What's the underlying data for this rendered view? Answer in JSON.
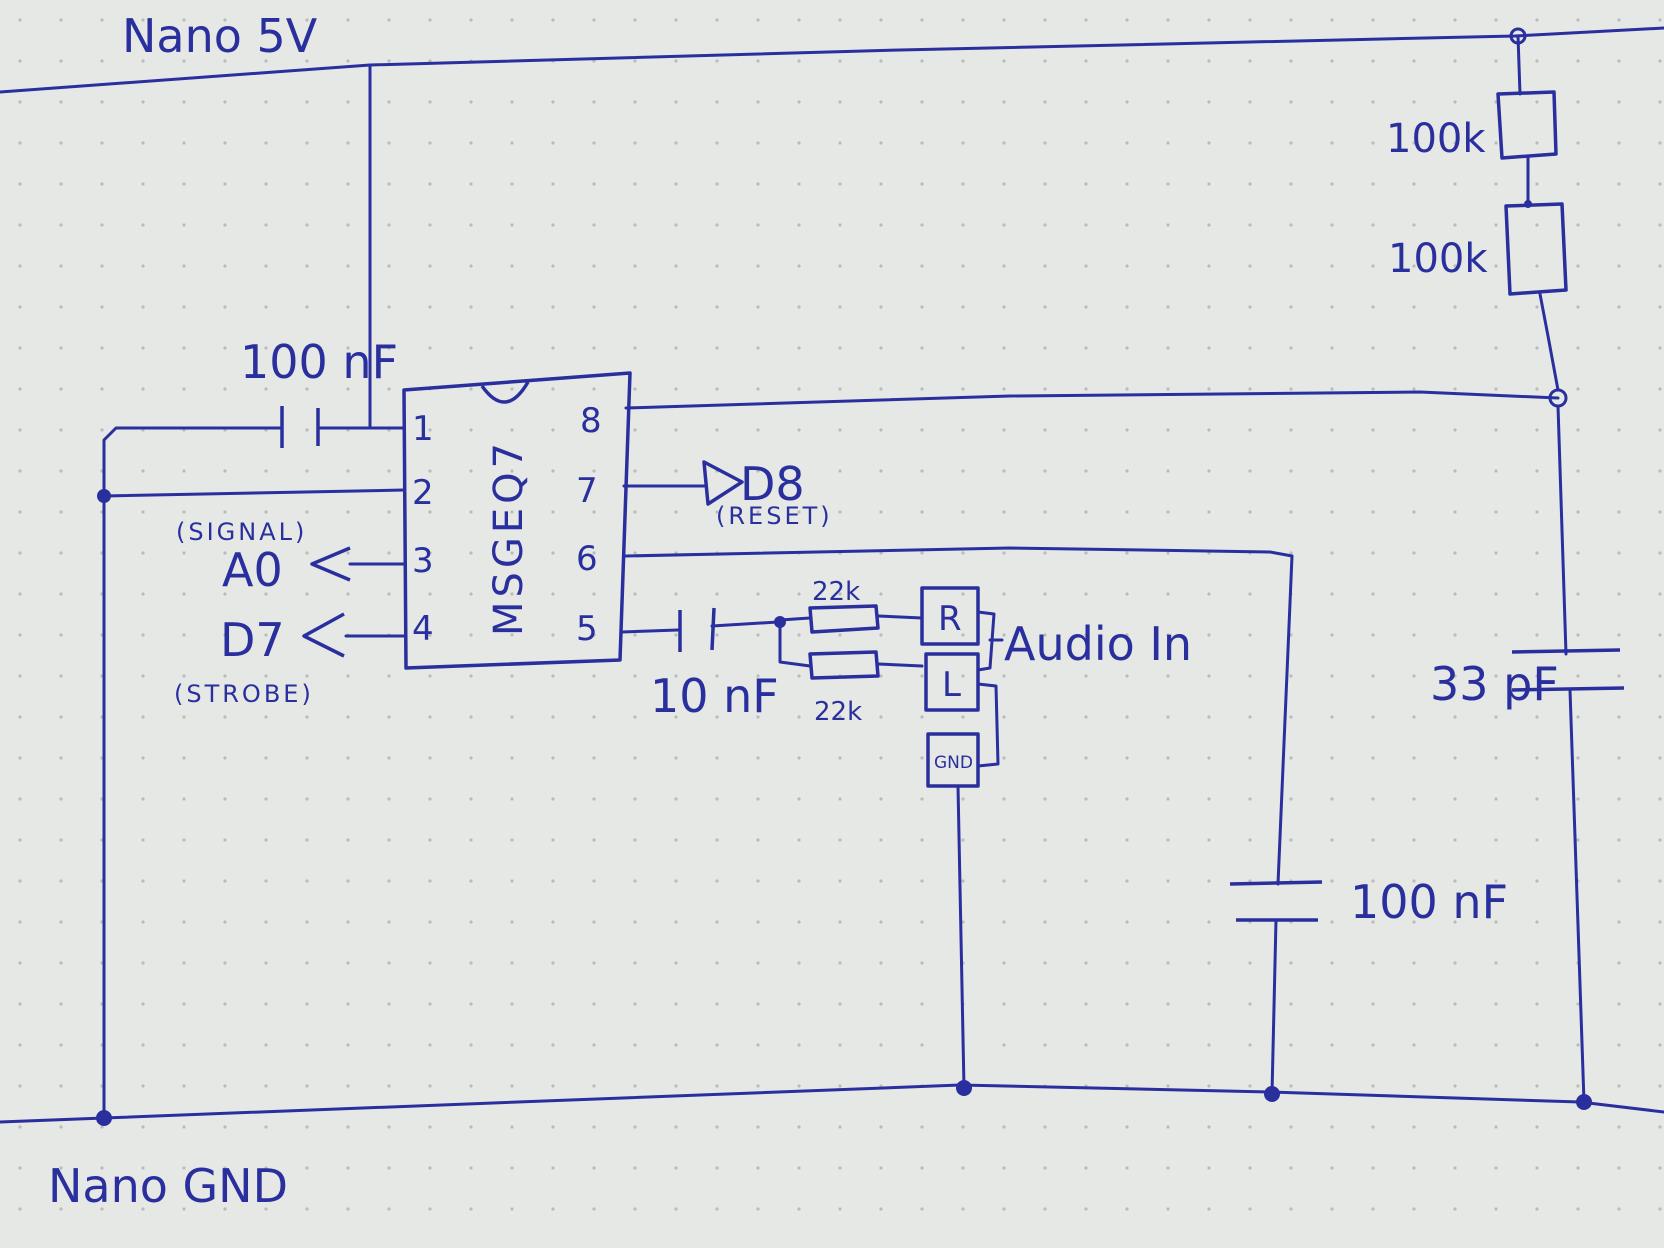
{
  "colors": {
    "ink": "#2a2f9e",
    "paper": "#e6e8e6",
    "grid_dot": "#b9bdb9"
  },
  "rails": {
    "top_label": "Nano  5V",
    "bottom_label": "Nano   GND"
  },
  "chip": {
    "name": "MSGEQ7",
    "pins": [
      "1",
      "2",
      "3",
      "4",
      "5",
      "6",
      "7",
      "8"
    ]
  },
  "components": {
    "c_decoupling": "100 nF",
    "c_input": "10 nF",
    "c_pin6": "100 nF",
    "c_osc": "33 pF",
    "r_top": "100k",
    "r_mid": "100k",
    "r_right": "22k",
    "r_left": "22k"
  },
  "signals": {
    "a0": "A0",
    "a0_note": "(SIGNAL)",
    "d7": "D7",
    "d7_note": "(STROBE)",
    "d8": "D8",
    "d8_note": "(RESET)"
  },
  "audio": {
    "label": "Audio In",
    "right": "R",
    "left": "L",
    "ground": "GND"
  }
}
